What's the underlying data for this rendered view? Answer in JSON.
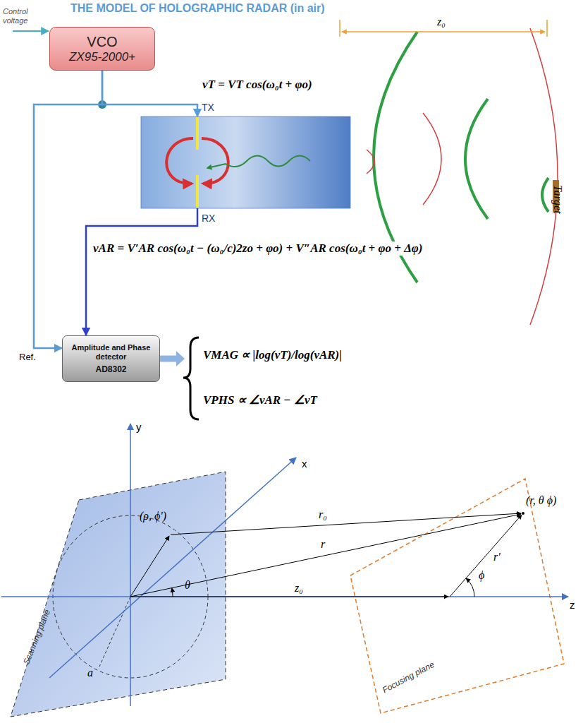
{
  "diagram": {
    "title": "THE MODEL OF HOLOGRAPHIC RADAR (in air)",
    "nodes": [
      {
        "text": [
          "VCO",
          "ZX95-2000+"
        ]
      },
      {
        "text": [
          "TX",
          "RX"
        ]
      },
      {
        "text": [
          "Amplitude and Phase detector",
          "AD8302"
        ]
      }
    ],
    "edges": [
      {
        "from": 0,
        "to": 1,
        "arrow": "to"
      },
      {
        "from": 0,
        "to": 2,
        "label": "Ref.",
        "arrow": "to"
      },
      {
        "from": 1,
        "to": 2,
        "arrow": "to"
      }
    ],
    "labels": [
      "Control voltage",
      "z₀",
      "vT = VT cos(ω₀t + φo)",
      "vAR = V′AR cos(ω₀t − (ω₀/c)2zo + φo) + V″AR cos(ω₀t + φo + Δφ)",
      "VMAG ∝ |log(vT)/log(vAR)|",
      "VPHS ∝ ∠vAR − ∠vT",
      "Target",
      "y",
      "x",
      "z",
      "(ρ, ϕ')",
      "a",
      "r₀",
      "r",
      "θ",
      "z₀",
      "r'",
      "ϕ",
      "(r, θ ϕ)",
      "Scanning plane",
      "Focusing plane"
    ]
  }
}
